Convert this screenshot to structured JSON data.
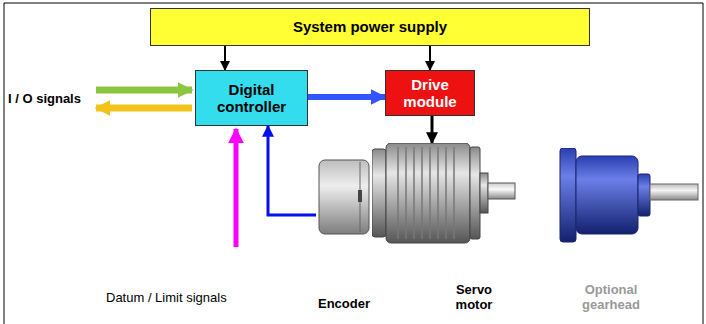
{
  "diagram": {
    "nodes": [
      {
        "text": [
          "System power supply"
        ]
      },
      {
        "text": [
          "Digital controller"
        ]
      },
      {
        "text": [
          "Drive module"
        ]
      },
      {
        "text": [
          "Encoder"
        ]
      },
      {
        "text": [
          "Servo motor"
        ]
      },
      {
        "text": [
          "Optional gearhead"
        ]
      }
    ],
    "edges": [
      {
        "from": 0,
        "to": 1,
        "arrow": "to"
      },
      {
        "from": 0,
        "to": 2,
        "arrow": "to"
      },
      {
        "from": 1,
        "to": 2,
        "arrow": "to"
      },
      {
        "from": 2,
        "to": 4,
        "arrow": "to"
      },
      {
        "from": 3,
        "to": 1,
        "arrow": "to"
      }
    ],
    "labels": [
      "I / O signals",
      "Datum / Limit signals"
    ]
  }
}
